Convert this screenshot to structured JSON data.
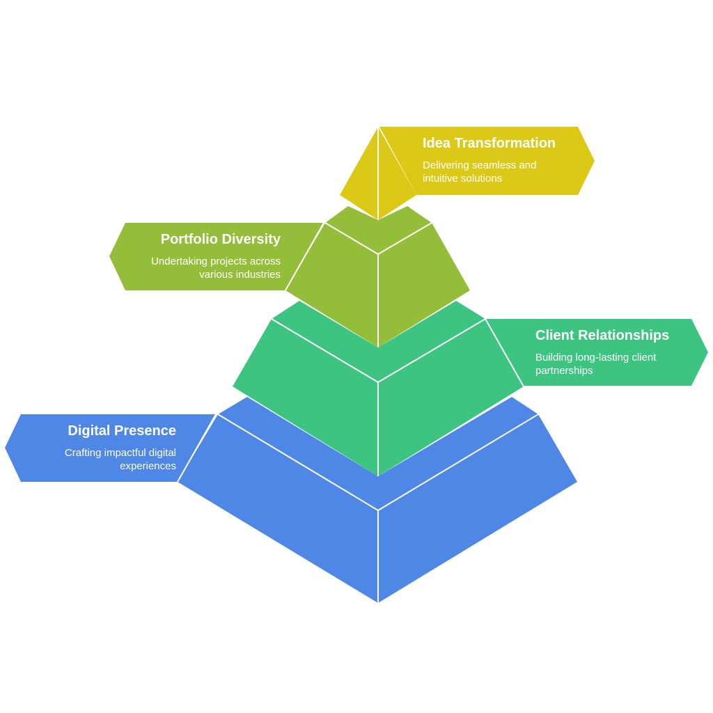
{
  "pyramid": {
    "levels": [
      {
        "id": "idea",
        "title": "Idea Transformation",
        "description": "Delivering seamless and intuitive solutions",
        "color": "#DCC917"
      },
      {
        "id": "portfolio",
        "title": "Portfolio Diversity",
        "description": "Undertaking projects across various industries",
        "color": "#94BE3A"
      },
      {
        "id": "client",
        "title": "Client Relationships",
        "description": "Building long-lasting client partnerships",
        "color": "#3DC481"
      },
      {
        "id": "digital",
        "title": "Digital Presence",
        "description": "Crafting impactful digital experiences",
        "color": "#4E87E5"
      }
    ]
  }
}
